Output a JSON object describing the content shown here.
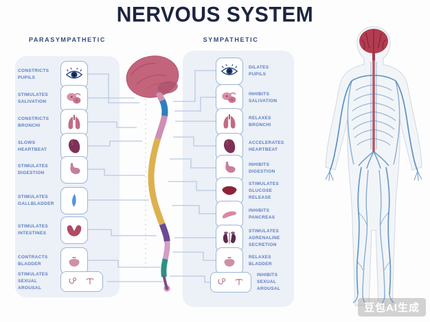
{
  "title": "NERVOUS SYSTEM",
  "watermark": "豆包AI生成",
  "parasympathetic": {
    "header": "PARASYMPATHETIC",
    "rows": [
      {
        "icon": "eye",
        "lines": [
          "Constricts",
          "pupils"
        ]
      },
      {
        "icon": "salivary-glands",
        "lines": [
          "Stimulates",
          "salivation"
        ]
      },
      {
        "icon": "lungs",
        "lines": [
          "Constricts",
          "bronchi"
        ]
      },
      {
        "icon": "heart",
        "lines": [
          "Slows",
          "heartbeat"
        ]
      },
      {
        "icon": "stomach",
        "lines": [
          "Stimulates",
          "digestion"
        ]
      },
      {
        "icon": "gallbladder",
        "lines": [
          "Stimulates",
          "gallbladder"
        ]
      },
      {
        "icon": "intestines",
        "lines": [
          "Stimulates",
          "intestines"
        ]
      },
      {
        "icon": "bladder",
        "lines": [
          "Contracts",
          "bladder"
        ]
      },
      {
        "icon": "genitals",
        "lines": [
          "Stimulates",
          "sexual",
          "arousal"
        ]
      }
    ]
  },
  "sympathetic": {
    "header": "SYMPATHETIC",
    "rows": [
      {
        "icon": "eye",
        "lines": [
          "Dilates",
          "pupils"
        ]
      },
      {
        "icon": "salivary-glands",
        "lines": [
          "Inhibits",
          "salivation"
        ]
      },
      {
        "icon": "lungs",
        "lines": [
          "Relaxes",
          "bronchi"
        ]
      },
      {
        "icon": "heart",
        "lines": [
          "Accelerates",
          "heartbeat"
        ]
      },
      {
        "icon": "stomach",
        "lines": [
          "Inhibits",
          "digestion"
        ]
      },
      {
        "icon": "liver",
        "lines": [
          "Stimulates",
          "glucose release"
        ]
      },
      {
        "icon": "pancreas",
        "lines": [
          "Inhibits",
          "pancreas"
        ]
      },
      {
        "icon": "adrenal-kidneys",
        "lines": [
          "Stimulates",
          "adrenaline",
          "secretion"
        ]
      },
      {
        "icon": "bladder",
        "lines": [
          "Relaxes",
          "bladder"
        ]
      },
      {
        "icon": "genitals",
        "lines": [
          "Inhibits",
          "sexual",
          "arousal"
        ]
      }
    ]
  },
  "colors": {
    "title_navy": "#1d2440",
    "header_blue": "#35497e",
    "label_blue": "#5d7ec2",
    "panel_bg": "#ecf0f7",
    "box_border": "#9db4d6",
    "connector": "#b9c8e2",
    "brain_rose": "#c4647c",
    "cord_pink": "#cf8fb4",
    "cord_blue": "#2e7fc0",
    "cord_yellow": "#ddb14e",
    "cord_purple": "#6a4a92",
    "cord_teal": "#2d8f85",
    "nerve_blue": "#3f7cb8",
    "figure_brain_red": "#b23c50"
  }
}
